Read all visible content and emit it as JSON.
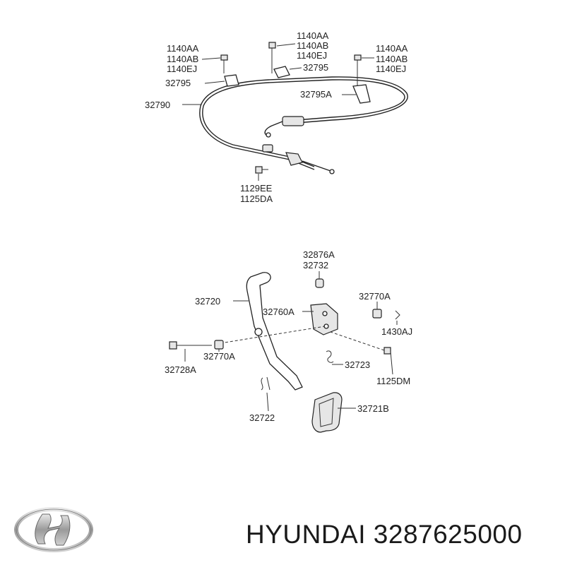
{
  "callouts": {
    "c1140aa_l": "1140AA",
    "c1140ab_l": "1140AB",
    "c1140ej_l": "1140EJ",
    "c1140aa_m": "1140AA",
    "c1140ab_m": "1140AB",
    "c1140ej_m": "1140EJ",
    "c1140aa_r": "1140AA",
    "c1140ab_r": "1140AB",
    "c1140ej_r": "1140EJ",
    "c32795_l": "32795",
    "c32795_m": "32795",
    "c32795a": "32795A",
    "c32790": "32790",
    "c1129ee": "1129EE",
    "c1125da": "1125DA",
    "c32876a": "32876A",
    "c32732": "32732",
    "c32720": "32720",
    "c32760a": "32760A",
    "c32770a_r": "32770A",
    "c1430aj": "1430AJ",
    "c32770a_l": "32770A",
    "c32728a": "32728A",
    "c32723": "32723",
    "c1125dm": "1125DM",
    "c32721b": "32721B",
    "c32722": "32722"
  },
  "brand": {
    "logo_icon": "hyundai-logo-icon",
    "footer_text": "HYUNDAI 3287625000"
  }
}
